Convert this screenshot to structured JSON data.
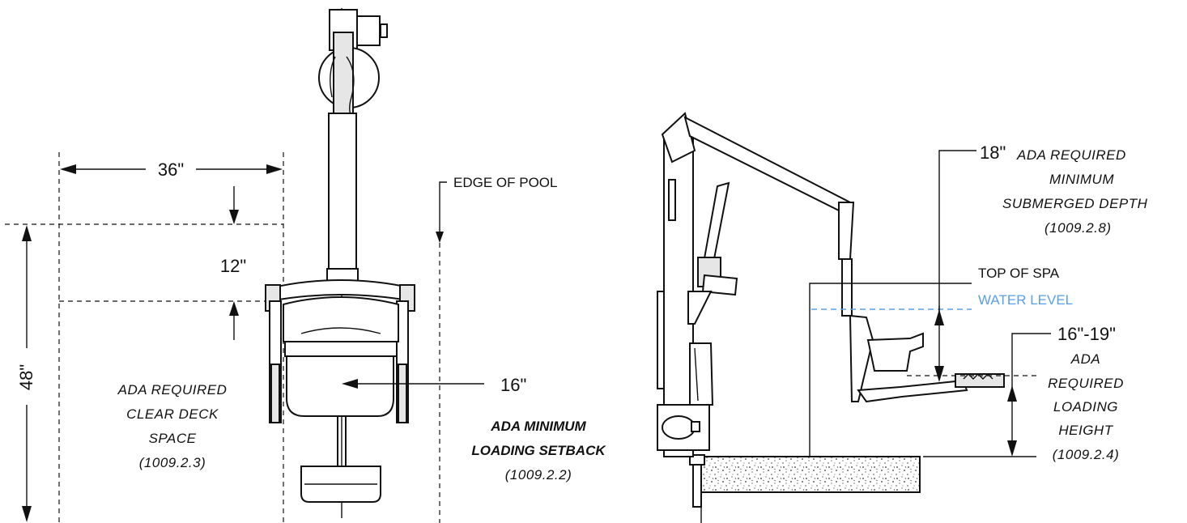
{
  "left_view": {
    "dim_width": "36\"",
    "dim_height": "48\"",
    "dim_offset": "12\"",
    "dim_seat": "16\"",
    "edge_label": "EDGE OF POOL",
    "clear_space_lines": [
      "ADA REQUIRED",
      "CLEAR DECK",
      "SPACE",
      "(1009.2.3)"
    ],
    "setback_lines": [
      "ADA MINIMUM",
      "LOADING SETBACK"
    ],
    "setback_ref": "(1009.2.2)"
  },
  "right_view": {
    "dim_depth": "18\"",
    "depth_lines": [
      "ADA REQUIRED",
      "MINIMUM",
      "SUBMERGED DEPTH",
      "(1009.2.8)"
    ],
    "top_of_spa": "TOP OF SPA",
    "water_level": "WATER LEVEL",
    "dim_height": "16\"-19\"",
    "height_lines": [
      "ADA",
      "REQUIRED",
      "LOADING",
      "HEIGHT",
      "(1009.2.4)"
    ]
  },
  "colors": {
    "water": "#5aa0e6",
    "ink": "#111111"
  }
}
